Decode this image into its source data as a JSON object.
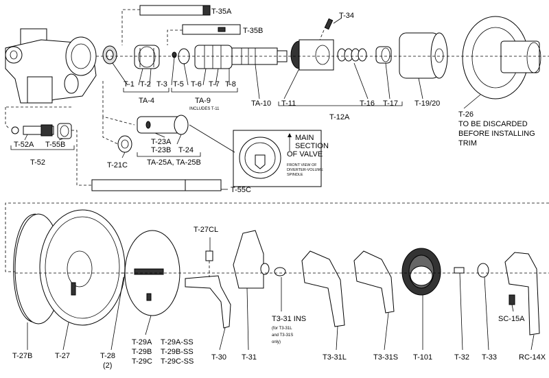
{
  "labels": {
    "t35a": "T-35A",
    "t35b": "T-35B",
    "t34": "T-34",
    "t1": "T-1",
    "t2": "T-2",
    "t3": "T-3",
    "ta4": "TA-4",
    "t5": "T-5",
    "t6": "T-6",
    "t7": "T-7",
    "t8": "T-8",
    "ta9": "TA-9",
    "ta9_note": "INCLUDES T-11",
    "ta10": "TA-10",
    "t11": "T-11",
    "t16": "T-16",
    "t17": "T-17",
    "t1920": "T-19/20",
    "t12a": "T-12A",
    "t26": "T-26",
    "t26_note1": "TO BE DISCARDED",
    "t26_note2": "BEFORE INSTALLING",
    "t26_note3": "TRIM",
    "t52a": "T-52A",
    "t55b": "T-55B",
    "t52": "T-52",
    "t21c": "T-21C",
    "t23a": "T-23A",
    "t23b": "T-23B",
    "t24": "T-24",
    "ta25": "TA-25A, TA-25B",
    "main1": "MAIN",
    "main2": "SECTION",
    "main3": "OF VALVE",
    "front1": "FRONT VIEW OF",
    "front2": "DIVERTER-VOLUME",
    "front3": "SPINDLE",
    "t55c": "T-55C",
    "t27cl": "T-27CL",
    "t27b": "T-27B",
    "t27": "T-27",
    "t28": "T-28",
    "t28q": "(2)",
    "t29a": "T-29A",
    "t29b": "T-29B",
    "t29c": "T-29C",
    "t29ass": "T-29A-SS",
    "t29bss": "T-29B-SS",
    "t29css": "T-29C-SS",
    "t30": "T-30",
    "t31": "T-31",
    "t331ins1": "T3-31 INS",
    "t331ins2": "(for T3-31L",
    "t331ins3": "and T3-31S",
    "t331ins4": "only)",
    "t331l": "T3-31L",
    "t331s": "T3-31S",
    "t101": "T-101",
    "t32": "T-32",
    "t33": "T-33",
    "sc15a": "SC-15A",
    "rc14x": "RC-14X"
  }
}
